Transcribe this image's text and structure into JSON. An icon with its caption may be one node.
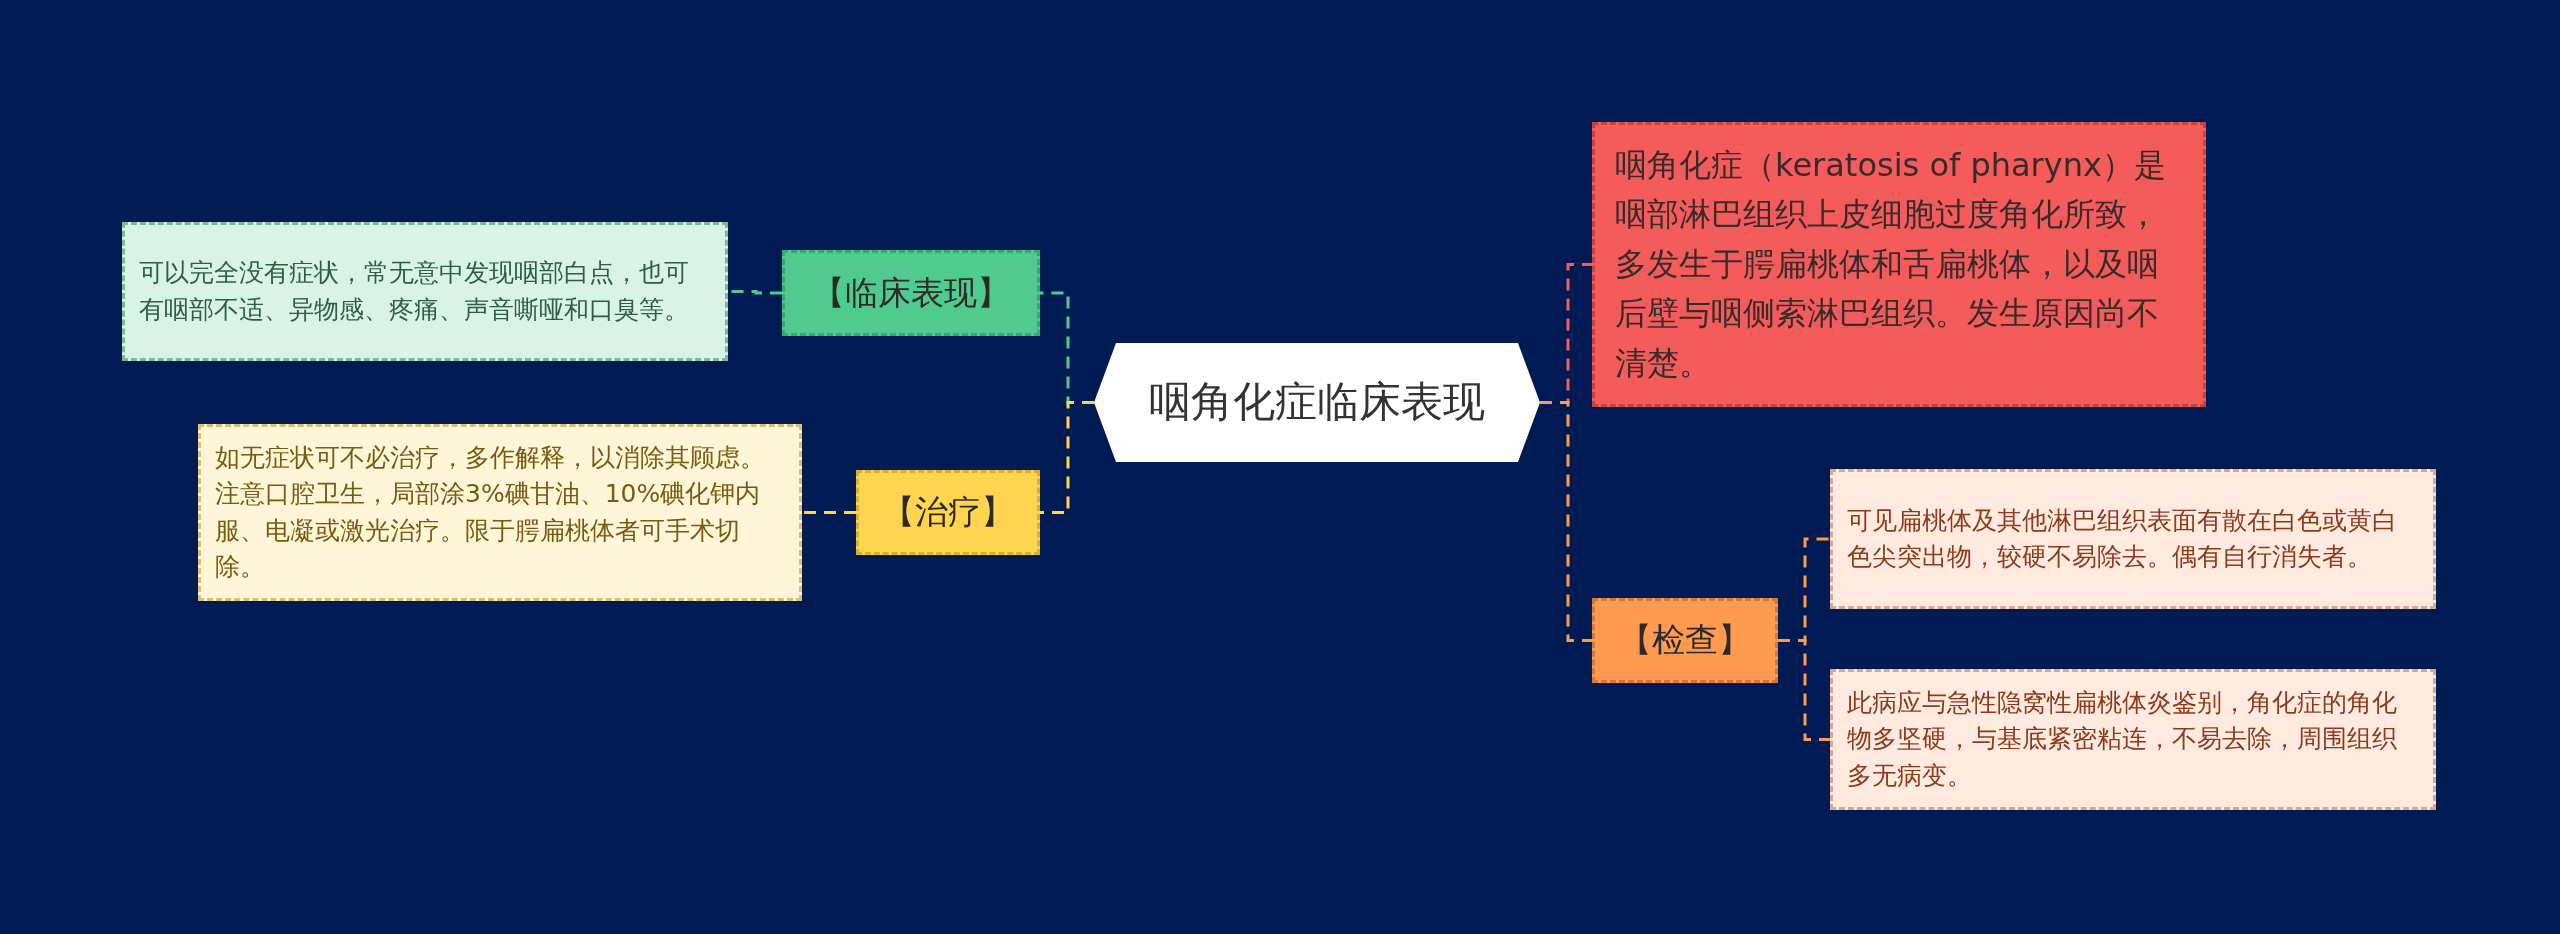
{
  "diagram": {
    "nodes": [
      {
        "text": [
          "咽角化症临床表现"
        ]
      },
      {
        "text": [
          "【临床表现】"
        ]
      },
      {
        "text": [
          "可以完全没有症状，常无意中发现咽部白点，也可有咽部不适、异物感、疼痛、声音嘶哑和口臭等。"
        ]
      },
      {
        "text": [
          "【治疗】"
        ]
      },
      {
        "text": [
          "如无症状可不必治疗，多作解释，以消除其顾虑。注意口腔卫生，局部涂3%碘甘油、10%碘化钾内服、电凝或激光治疗。限于腭扁桃体者可手术切除。"
        ]
      },
      {
        "text": [
          "咽角化症（keratosis of pharynx）是咽部淋巴组织上皮细胞过度角化所致，多发生于腭扁桃体和舌扁桃体，以及咽后壁与咽侧索淋巴组织。发生原因尚不清楚。"
        ]
      },
      {
        "text": [
          "【检查】"
        ]
      },
      {
        "text": [
          "可见扁桃体及其他淋巴组织表面有散在白色或黄白色尖突出物，较硬不易除去。偶有自行消失者。"
        ]
      },
      {
        "text": [
          "此病应与急性隐窝性扁桃体炎鉴别，角化症的角化物多坚硬，与基底紧密粘连，不易去除，周围组织多无病变。"
        ]
      }
    ],
    "edges": [
      {
        "from": 0,
        "to": 1,
        "arrow": "none",
        "style": "dashed",
        "color": "#4ecb8d"
      },
      {
        "from": 1,
        "to": 2,
        "arrow": "none",
        "style": "dashed",
        "color": "#4ecb8d"
      },
      {
        "from": 0,
        "to": 3,
        "arrow": "none",
        "style": "dashed",
        "color": "#ffd54f"
      },
      {
        "from": 3,
        "to": 4,
        "arrow": "none",
        "style": "dashed",
        "color": "#ffd54f"
      },
      {
        "from": 0,
        "to": 5,
        "arrow": "none",
        "style": "dashed",
        "color": "#f45b5b"
      },
      {
        "from": 0,
        "to": 6,
        "arrow": "none",
        "style": "dashed",
        "color": "#ff9a50"
      },
      {
        "from": 6,
        "to": 7,
        "arrow": "none",
        "style": "dashed",
        "color": "#ff9a50"
      },
      {
        "from": 6,
        "to": 8,
        "arrow": "none",
        "style": "dashed",
        "color": "#ff9a50"
      }
    ]
  }
}
